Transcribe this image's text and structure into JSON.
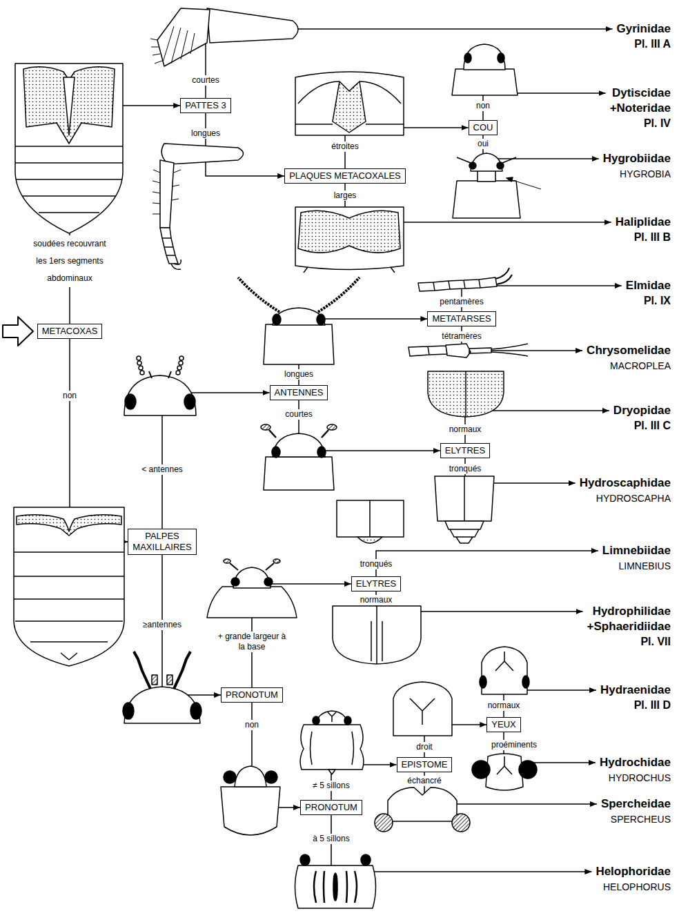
{
  "diagram": {
    "nodes": [
      {
        "text": [
          "METACOXAS"
        ]
      },
      {
        "text": [
          "PATTES 3"
        ]
      },
      {
        "text": [
          "Gyrinidae",
          "Pl. III A"
        ]
      },
      {
        "text": [
          "PLAQUES METACOXALES"
        ]
      },
      {
        "text": [
          "COU"
        ]
      },
      {
        "text": [
          "Dytiscidae +Noteridae",
          "Pl. IV"
        ]
      },
      {
        "text": [
          "Hygrobiidae",
          "HYGROBIA"
        ]
      },
      {
        "text": [
          "Haliplidae",
          "Pl. III B"
        ]
      },
      {
        "text": [
          "PALPES MAXILLAIRES"
        ]
      },
      {
        "text": [
          "ANTENNES"
        ]
      },
      {
        "text": [
          "METATARSES"
        ]
      },
      {
        "text": [
          "Elmidae",
          "Pl. IX"
        ]
      },
      {
        "text": [
          "Chrysomelidae",
          "MACROPLEA"
        ]
      },
      {
        "text": [
          "ELYTRES"
        ]
      },
      {
        "text": [
          "Dryopidae",
          "Pl. III C"
        ]
      },
      {
        "text": [
          "Hydroscaphidae",
          "HYDROSCAPHA"
        ]
      },
      {
        "text": [
          "PRONOTUM"
        ]
      },
      {
        "text": [
          "ELYTRES"
        ]
      },
      {
        "text": [
          "Limnebiidae",
          "LIMNEBIUS"
        ]
      },
      {
        "text": [
          "Hydrophilidae +Sphaeridiidae",
          "Pl. VII"
        ]
      },
      {
        "text": [
          "PRONOTUM"
        ]
      },
      {
        "text": [
          "EPISTOME"
        ]
      },
      {
        "text": [
          "YEUX"
        ]
      },
      {
        "text": [
          "Hydraenidae",
          "Pl. III D"
        ]
      },
      {
        "text": [
          "Hydrochidae",
          "HYDROCHUS"
        ]
      },
      {
        "text": [
          "Spercheidae",
          "SPERCHEUS"
        ]
      },
      {
        "text": [
          "Helophoridae",
          "HELOPHORUS"
        ]
      }
    ],
    "edges": [
      {
        "from": 0,
        "to": 1,
        "label": "soudées recouvrant les 1ers segments abdominaux",
        "arrow": "to"
      },
      {
        "from": 0,
        "to": 8,
        "label": "non",
        "arrow": "to"
      },
      {
        "from": 1,
        "to": 2,
        "label": "courtes",
        "arrow": "to"
      },
      {
        "from": 1,
        "to": 3,
        "label": "longues",
        "arrow": "to"
      },
      {
        "from": 3,
        "to": 4,
        "label": "étroites",
        "arrow": "to"
      },
      {
        "from": 3,
        "to": 7,
        "label": "larges",
        "arrow": "to"
      },
      {
        "from": 4,
        "to": 5,
        "label": "non",
        "arrow": "to"
      },
      {
        "from": 4,
        "to": 6,
        "label": "oui",
        "arrow": "to"
      },
      {
        "from": 8,
        "to": 9,
        "label": "< antennes",
        "arrow": "to"
      },
      {
        "from": 8,
        "to": 16,
        "label": "≥antennes",
        "arrow": "to"
      },
      {
        "from": 9,
        "to": 10,
        "label": "longues",
        "arrow": "to"
      },
      {
        "from": 9,
        "to": 13,
        "label": "courtes",
        "arrow": "to"
      },
      {
        "from": 10,
        "to": 11,
        "label": "pentamères",
        "arrow": "to"
      },
      {
        "from": 10,
        "to": 12,
        "label": "tétramères",
        "arrow": "to"
      },
      {
        "from": 13,
        "to": 14,
        "label": "normaux",
        "arrow": "to"
      },
      {
        "from": 13,
        "to": 15,
        "label": "tronqués",
        "arrow": "to"
      },
      {
        "from": 16,
        "to": 17,
        "label": "+ grande largeur à la base",
        "arrow": "to"
      },
      {
        "from": 16,
        "to": 20,
        "label": "non",
        "arrow": "to"
      },
      {
        "from": 17,
        "to": 18,
        "label": "tronqués",
        "arrow": "to"
      },
      {
        "from": 17,
        "to": 19,
        "label": "normaux",
        "arrow": "to"
      },
      {
        "from": 20,
        "to": 21,
        "label": "≠ 5 sillons",
        "arrow": "to"
      },
      {
        "from": 20,
        "to": 26,
        "label": "à 5 sillons",
        "arrow": "to"
      },
      {
        "from": 21,
        "to": 22,
        "label": "droit",
        "arrow": "to"
      },
      {
        "from": 21,
        "to": 25,
        "label": "échancré",
        "arrow": "to"
      },
      {
        "from": 22,
        "to": 23,
        "label": "normaux",
        "arrow": "to"
      },
      {
        "from": 22,
        "to": 24,
        "label": "proéminents",
        "arrow": "to"
      }
    ]
  }
}
